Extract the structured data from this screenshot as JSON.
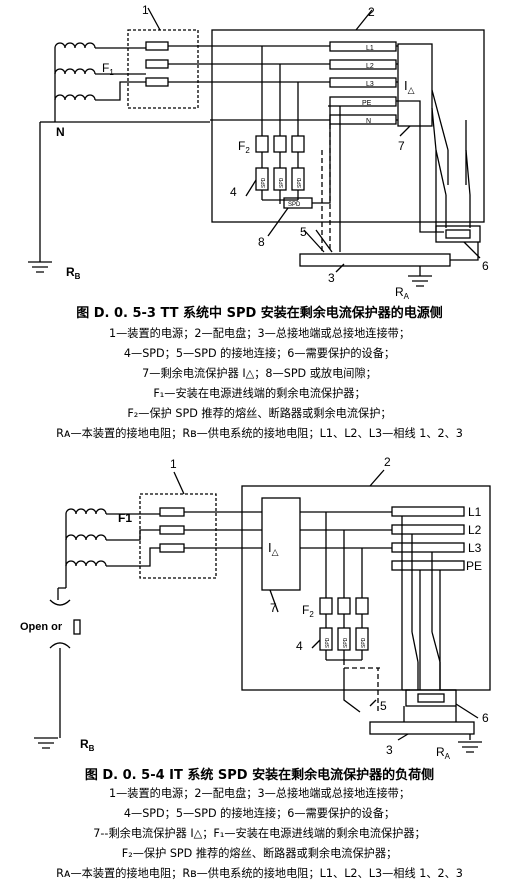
{
  "figure_a": {
    "labels": {
      "n1": "1",
      "n2": "2",
      "n3": "3",
      "n4": "4",
      "n5": "5",
      "n6": "6",
      "n7": "7",
      "n8": "8",
      "f1": "F",
      "f1_sub": "1",
      "f2": "F",
      "f2_sub": "2",
      "n_line": "N",
      "rb": "R",
      "rb_sub": "B",
      "ra": "R",
      "ra_sub": "A",
      "l1": "L1",
      "l2": "L2",
      "l3": "L3",
      "pe": "PE",
      "n_bar": "N",
      "rcd": "I",
      "rcd_sub": "△",
      "spd": "SPD",
      "spd_gap": "SPD"
    },
    "caption": {
      "title": "图 D. 0. 5-3   TT 系统中 SPD 安装在剩余电流保护器的电源侧",
      "lines": [
        "1—装置的电源；2—配电盘；3—总接地端或总接地连接带；",
        "4—SPD；5—SPD 的接地连接；6—需要保护的设备；",
        "7—剩余电流保护器 I△；8—SPD 或放电间隙；",
        "F₁—安装在电源进线端的剩余电流保护器；",
        "F₂—保护 SPD 推荐的熔丝、断路器或剩余电流保护；",
        "Rᴀ—本装置的接地电阻；Rʙ—供电系统的接地电阻；L1、L2、L3—相线 1、2、3"
      ]
    }
  },
  "figure_b": {
    "labels": {
      "n1": "1",
      "n2": "2",
      "n3": "3",
      "n4": "4",
      "n5": "5",
      "n6": "6",
      "n7": "7",
      "f1": "F1",
      "f2": "F",
      "f2_sub": "2",
      "open_or": "Open or",
      "rb": "R",
      "rb_sub": "B",
      "ra": "R",
      "ra_sub": "A",
      "l1": "L1",
      "l2": "L2",
      "l3": "L3",
      "pe": "PE",
      "rcd": "I",
      "rcd_sub": "△",
      "spd": "SPD"
    },
    "caption": {
      "title": "图 D. 0. 5-4   IT 系统 SPD 安装在剩余电流保护器的负荷侧",
      "lines": [
        "1—装置的电源；2—配电盘；3—总接地端或总接地连接带；",
        "4—SPD；5—SPD 的接地连接；6—需要保护的设备；",
        "7--剩余电流保护器 I△；F₁—安装在电源进线端的剩余电流保护器；",
        "F₂—保护 SPD 推荐的熔丝、断路器或剩余电流保护器；",
        "Rᴀ—本装置的接地电阻；Rʙ—供电系统的接地电阻；L1、L2、L3—相线 1、2、3"
      ]
    }
  }
}
